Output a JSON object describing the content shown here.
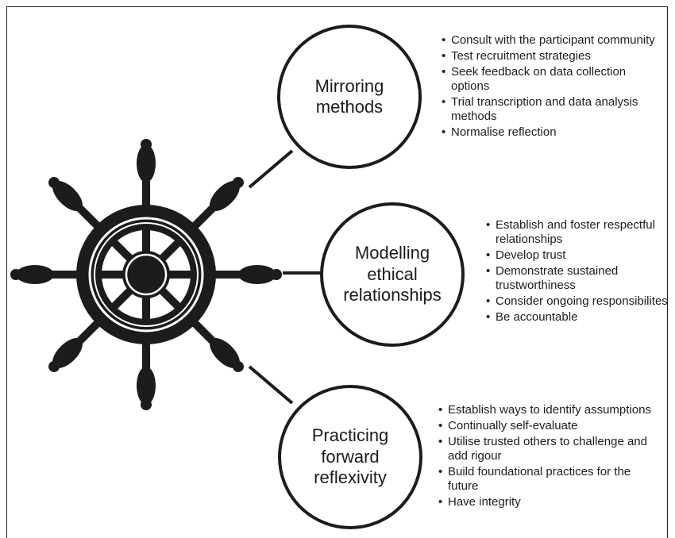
{
  "icon": "ship-wheel-icon",
  "colors": {
    "ink": "#1c1c1c",
    "background": "#ffffff"
  },
  "nodes": [
    {
      "title": "Mirroring\nmethods",
      "bullets": [
        "Consult with the participant community",
        "Test recruitment strategies",
        "Seek feedback on data collection options",
        "Trial transcription and data analysis methods",
        "Normalise reflection"
      ]
    },
    {
      "title": "Modelling\nethical\nrelationships",
      "bullets": [
        "Establish and foster respectful relationships",
        "Develop trust",
        "Demonstrate sustained trustworthiness",
        "Consider ongoing responsibilites",
        "Be accountable"
      ]
    },
    {
      "title": "Practicing\nforward\nreflexivity",
      "bullets": [
        "Establish ways to identify assumptions",
        "Continually self-evaluate",
        "Utilise trusted others to challenge and add rigour",
        "Build foundational practices for the future",
        "Have integrity"
      ]
    }
  ]
}
